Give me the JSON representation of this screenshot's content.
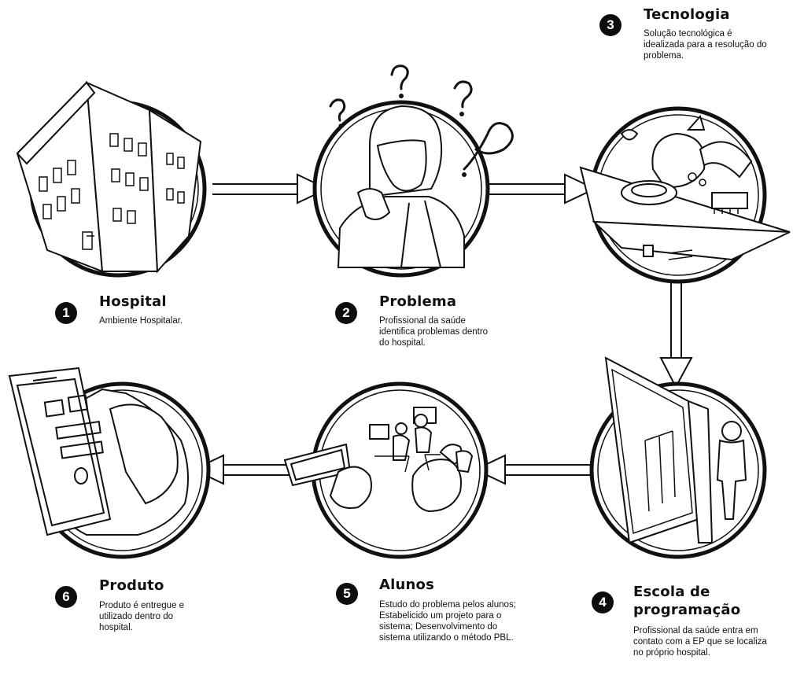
{
  "steps": [
    {
      "number": "1",
      "title": "Hospital",
      "description": "Ambiente Hospitalar.",
      "icon": "hospital-building-icon"
    },
    {
      "number": "2",
      "title": "Problema",
      "description": "Profissional da saúde identifica problemas dentro do hospital.",
      "icon": "confused-professional-icon"
    },
    {
      "number": "3",
      "title": "Tecnologia",
      "description": "Solução tecnológica é idealizada para a resolução do problema.",
      "icon": "technology-devices-icon"
    },
    {
      "number": "4",
      "title": "Escola de programação",
      "description": "Profissional da saúde entra em contato com a EP que se localiza no próprio hospital.",
      "icon": "school-doorway-icon"
    },
    {
      "number": "5",
      "title": "Alunos",
      "description": "Estudo do problema pelos alunos; Estabelicido um projeto para o sistema; Desenvolvimento do sistema utilizando o método PBL.",
      "icon": "students-working-icon"
    },
    {
      "number": "6",
      "title": "Produto",
      "description": "Produto é entregue e utilizado dentro do hospital.",
      "icon": "smartphone-product-icon"
    }
  ],
  "colors": {
    "ink": "#111111",
    "badge": "#0d0d0d",
    "background": "#ffffff"
  }
}
